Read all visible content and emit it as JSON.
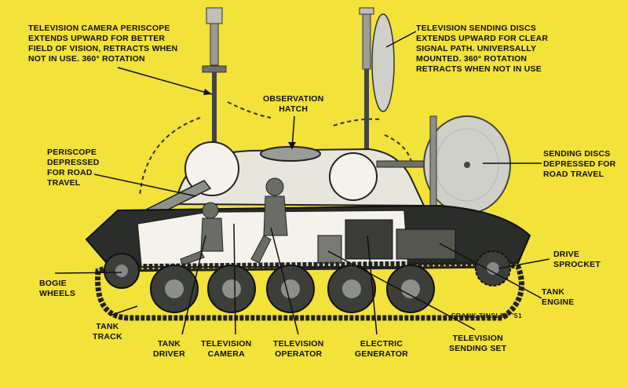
{
  "labels": {
    "camera_periscope": "TELEVISION CAMERA PERISCOPE\nEXTENDS UPWARD FOR BETTER\nFIELD OF VISION, RETRACTS WHEN\nNOT IN USE. 360° ROTATION",
    "sending_discs_up": "TELEVISION SENDING DISCS\nEXTENDS UPWARD FOR CLEAR\nSIGNAL PATH. UNIVERSALLY\nMOUNTED. 360° ROTATION\nRETRACTS WHEN NOT IN USE",
    "observation_hatch": "OBSERVATION\nHATCH",
    "periscope_depressed": "PERISCOPE\nDEPRESSED\nFOR ROAD\nTRAVEL",
    "sending_discs_depressed": "SENDING DISCS\nDEPRESSED FOR\nROAD TRAVEL",
    "drive_sprocket": "DRIVE\nSPROCKET",
    "bogie_wheels": "BOGIE\nWHEELS",
    "tank_engine": "TANK\nENGINE",
    "tank_track": "TANK\nTRACK",
    "tank_driver": "TANK\nDRIVER",
    "television_camera": "TELEVISION\nCAMERA",
    "television_operator": "TELEVISION\nOPERATOR",
    "electric_generator": "ELECTRIC\nGENERATOR",
    "television_sending_set": "TELEVISION\nSENDING SET"
  },
  "signature": "FRANK TINSLEY '51",
  "colors": {
    "background": "#f2e23a",
    "hull": "#2b2d2a",
    "cutaway": "#f4f2ea",
    "turret": "#e8e6dc",
    "metal": "#8d908a",
    "ink": "#111111"
  }
}
